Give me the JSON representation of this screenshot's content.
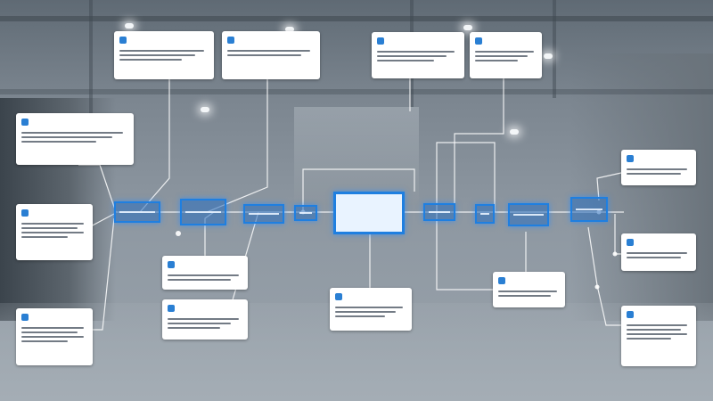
{
  "scene": {
    "background": "factory-interior-photo",
    "accent_color": "#1f7fe0",
    "card_icon": "info-icon"
  },
  "center_node": {
    "line1": "",
    "line2": ""
  },
  "cards": [
    {
      "id": "card-top-1",
      "title": ""
    },
    {
      "id": "card-top-2",
      "title": ""
    },
    {
      "id": "card-top-3",
      "title": ""
    },
    {
      "id": "card-top-4",
      "title": ""
    },
    {
      "id": "card-left-1",
      "title": ""
    },
    {
      "id": "card-left-2",
      "title": ""
    },
    {
      "id": "card-left-3",
      "title": ""
    },
    {
      "id": "card-mid-1",
      "title": ""
    },
    {
      "id": "card-mid-2",
      "title": ""
    },
    {
      "id": "card-mid-3",
      "title": ""
    },
    {
      "id": "card-mid-4",
      "title": ""
    },
    {
      "id": "card-right-1",
      "title": ""
    },
    {
      "id": "card-right-2",
      "title": ""
    },
    {
      "id": "card-right-3",
      "title": ""
    }
  ]
}
